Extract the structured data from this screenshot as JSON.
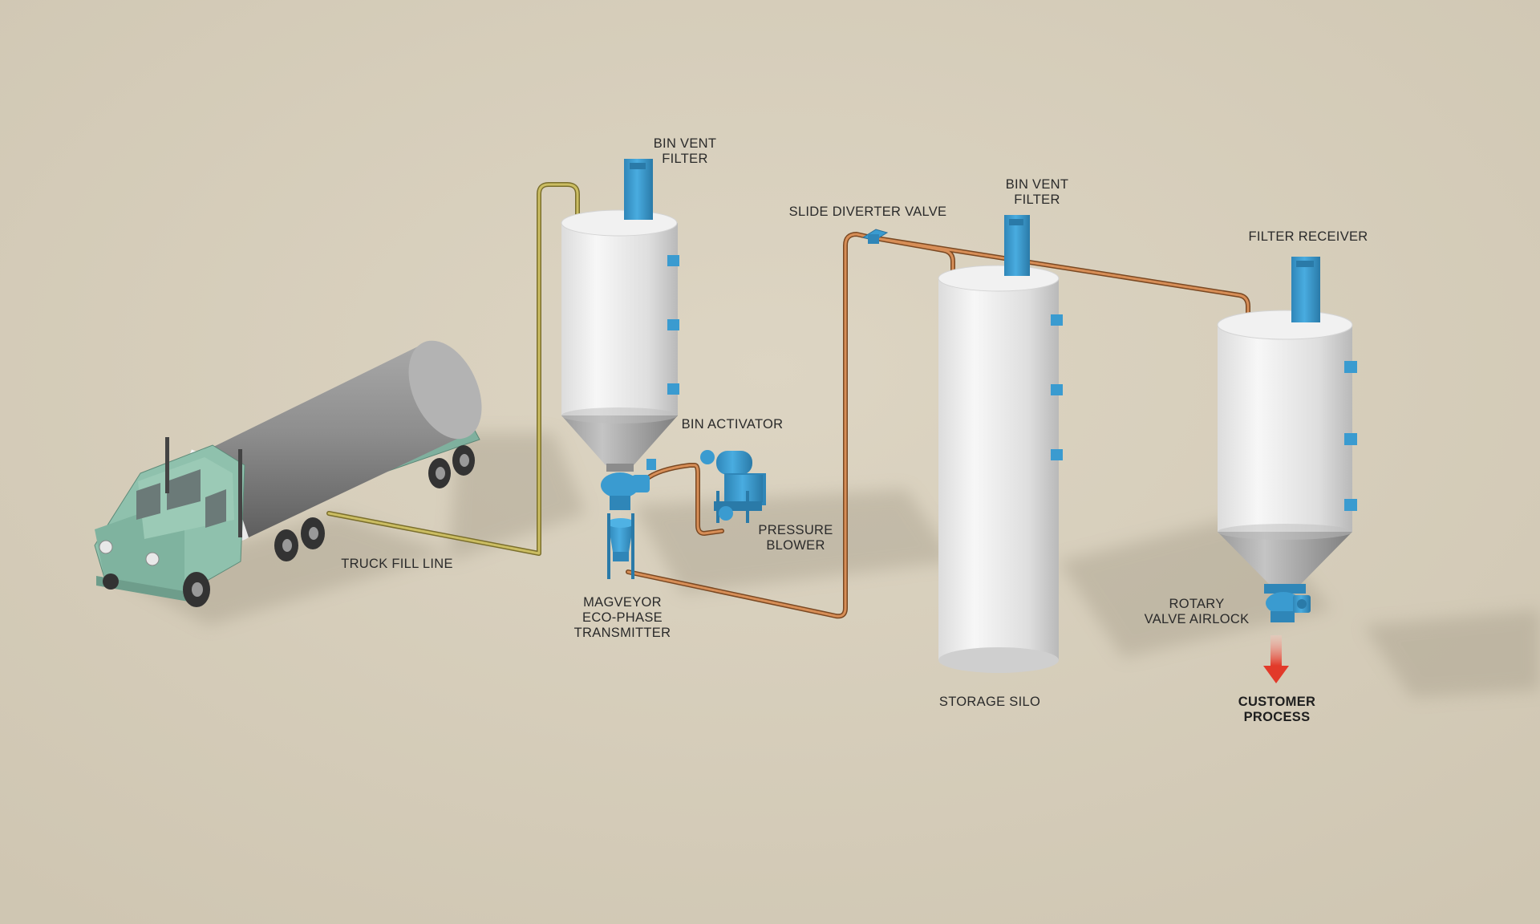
{
  "colors": {
    "background": "#d8d0bd",
    "equipment_blue": "#3a9bd0",
    "vessel_white": "#eeeeee",
    "truck_green": "#8fc1ad",
    "tank_gray": "#8a8a8a",
    "truck_fill_line": "#b9a94e",
    "conveying_line": "#c07a45",
    "process_arrow": "#e23a2a"
  },
  "labels": {
    "bin_vent_filter_1": [
      "BIN VENT",
      "FILTER"
    ],
    "slide_diverter_valve": "SLIDE DIVERTER VALVE",
    "bin_vent_filter_2": [
      "BIN VENT",
      "FILTER"
    ],
    "filter_receiver": "FILTER RECEIVER",
    "bin_activator": "BIN ACTIVATOR",
    "pressure_blower": [
      "PRESSURE",
      "BLOWER"
    ],
    "truck_fill_line": "TRUCK FILL  LINE",
    "transmitter": [
      "MAGVEYOR",
      "ECO-PHASE",
      "TRANSMITTER"
    ],
    "rotary_valve_airlock": [
      "ROTARY",
      "VALVE AIRLOCK"
    ],
    "storage_silo": "STORAGE SILO",
    "customer_process": [
      "CUSTOMER",
      "PROCESS"
    ]
  },
  "icons": {
    "truck": "tanker-truck-icon",
    "vessel": "cylinder-vessel-icon",
    "filter": "bin-vent-filter-icon",
    "blower": "pressure-blower-icon",
    "arrow": "arrow-down-icon"
  }
}
